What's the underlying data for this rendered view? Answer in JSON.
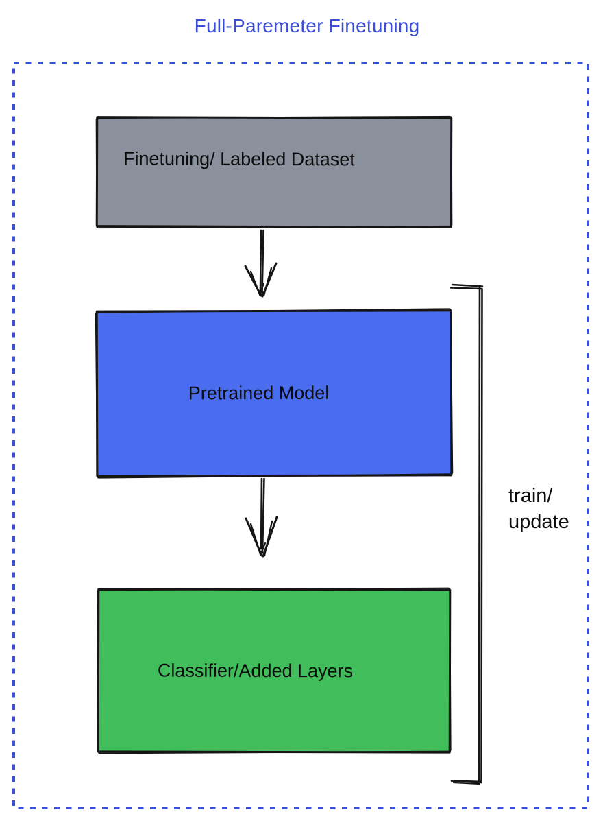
{
  "title": {
    "text": "Full-Paremeter Finetuning"
  },
  "boxes": [
    {
      "id": "finetuning-dataset",
      "label": "Finetuning/ Labeled Dataset",
      "fill": "#8a919d"
    },
    {
      "id": "pretrained-model",
      "label": "Pretrained Model",
      "fill": "#4a6cef"
    },
    {
      "id": "classifier-layers",
      "label": "Classifier/Added Layers",
      "fill": "#41bd5b"
    }
  ],
  "bracket": {
    "label_line1": "train/",
    "label_line2": "update"
  },
  "colors": {
    "title": "#3b4ed8",
    "border": "#3b50d8",
    "sketch": "#161616"
  }
}
